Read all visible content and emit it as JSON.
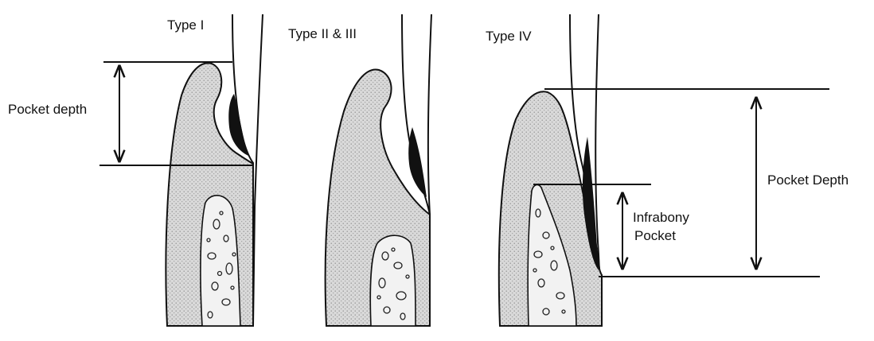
{
  "labels": {
    "type1": "Type I",
    "type2_3": "Type II & III",
    "type4": "Type IV",
    "pocket_depth_left": "Pocket depth",
    "pocket_depth_right": "Pocket Depth",
    "infrabony_line1": "Infrabony",
    "infrabony_line2": "Pocket"
  },
  "colors": {
    "ink": "#111111",
    "gum_fill": "#d7d7d7",
    "bone_fill": "#f4f4f4"
  }
}
